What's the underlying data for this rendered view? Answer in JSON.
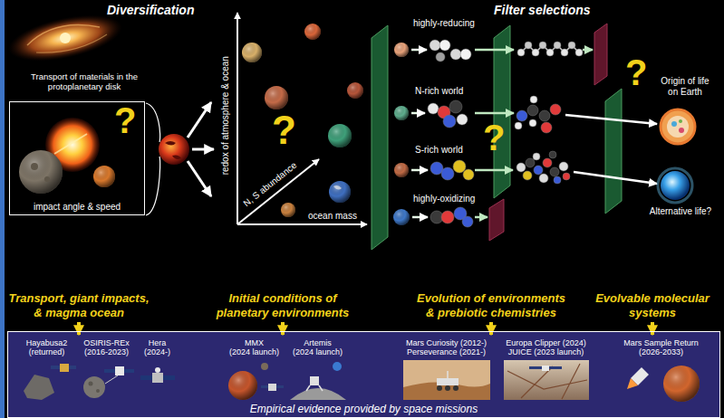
{
  "diagram": {
    "nodes": [
      {
        "text": [
          "impact angle & speed"
        ]
      },
      {
        "text": [
          "Empirical evidence provided by space missions"
        ]
      },
      {
        "text": [
          "Hayabusa2",
          "(returned)"
        ],
        "in": 1
      },
      {
        "text": [
          "OSIRIS-REx",
          "(2016-2023)"
        ],
        "in": 1
      },
      {
        "text": [
          "Hera",
          "(2024-)"
        ],
        "in": 1
      },
      {
        "text": [
          "MMX",
          "(2024 launch)"
        ],
        "in": 1
      },
      {
        "text": [
          "Artemis",
          "(2024 launch)"
        ],
        "in": 1
      },
      {
        "text": [
          "Mars Curiosity (2012-)",
          "Perseverance (2021-)"
        ],
        "in": 1
      },
      {
        "text": [
          "Europa Clipper (2024)",
          "JUICE (2023 launch)"
        ],
        "in": 1
      },
      {
        "text": [
          "Mars Sample Return",
          "(2026-2033)"
        ],
        "in": 1
      }
    ],
    "labels": [
      "Diversification",
      "Filter selections",
      "Transport of materials in the protoplanetary disk",
      "?",
      "redox of atmosphere & ocean",
      "N, S abundance",
      "ocean mass",
      "?",
      "highly-reducing",
      "N-rich world",
      "S-rich world",
      "highly-oxidizing",
      "?",
      "?",
      "Origin of life on Earth",
      "Alternative life?",
      "Transport, giant impacts, & magma ocean",
      "Initial conditions of planetary environments",
      "Evolution of environments & prebiotic chemistries",
      "Evolvable molecular systems"
    ]
  }
}
